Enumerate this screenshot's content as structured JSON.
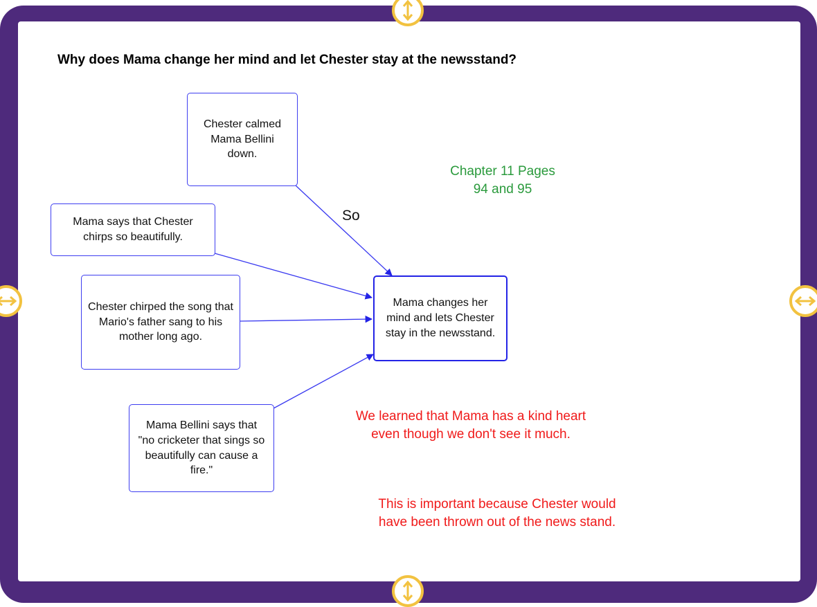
{
  "question": "Why does Mama change her mind and let Chester stay at the newsstand?",
  "boxes": {
    "top": "Chester calmed Mama Bellini down.",
    "left1": "Mama says that Chester chirps so beautifully.",
    "left2": "Chester chirped the song that Mario's father sang to his mother long ago.",
    "left3": "Mama Bellini says that \"no cricketer that sings so beautifully can cause a fire.\"",
    "center": "Mama changes her mind and lets Chester stay in the newsstand."
  },
  "connector_label": "So",
  "chapter_note": "Chapter 11 Pages 94 and 95",
  "notes": {
    "learned": "We learned that Mama has a kind heart even though we don't see it much.",
    "important": "This is important because Chester would have been thrown out of the news stand."
  },
  "colors": {
    "frame": "#4e2a7c",
    "box_border": "#3d3df0",
    "arrow": "#2323e6",
    "handle": "#f2c240",
    "green_text": "#2a9a3c",
    "red_text": "#f01a1a"
  },
  "handles": {
    "top": "resize-vertical-icon",
    "bottom": "resize-vertical-icon",
    "left": "resize-horizontal-icon",
    "right": "resize-horizontal-icon"
  }
}
